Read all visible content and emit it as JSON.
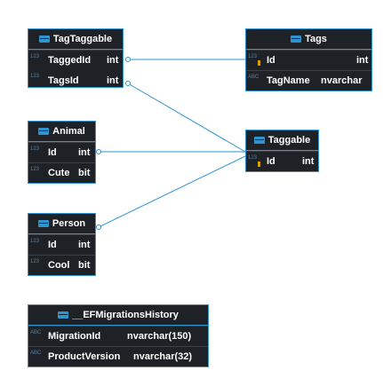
{
  "tables": {
    "tagtaggable": {
      "title": "TagTaggable",
      "rows": [
        {
          "type_icon": "123",
          "name": "TaggedId",
          "type": "int"
        },
        {
          "type_icon": "123",
          "name": "TagsId",
          "type": "int"
        }
      ]
    },
    "tags": {
      "title": "Tags",
      "rows": [
        {
          "type_icon": "123",
          "name": "Id",
          "type": "int"
        },
        {
          "type_icon": "ABC",
          "name": "TagName",
          "type": "nvarchar"
        }
      ]
    },
    "animal": {
      "title": "Animal",
      "rows": [
        {
          "type_icon": "123",
          "name": "Id",
          "type": "int"
        },
        {
          "type_icon": "123",
          "name": "Cute",
          "type": "bit"
        }
      ]
    },
    "taggable": {
      "title": "Taggable",
      "rows": [
        {
          "type_icon": "123",
          "name": "Id",
          "type": "int"
        }
      ]
    },
    "person": {
      "title": "Person",
      "rows": [
        {
          "type_icon": "123",
          "name": "Id",
          "type": "int"
        },
        {
          "type_icon": "123",
          "name": "Cool",
          "type": "bit"
        }
      ]
    },
    "efmigrations": {
      "title": "__EFMigrationsHistory",
      "rows": [
        {
          "type_icon": "ABC",
          "name": "MigrationId",
          "type": "nvarchar(150)"
        },
        {
          "type_icon": "ABC",
          "name": "ProductVersion",
          "type": "nvarchar(32)"
        }
      ]
    }
  },
  "colors": {
    "table_bg": "#1e2226",
    "border": "#2f95d1",
    "link": "#2f95d1",
    "key": "#d4a000"
  }
}
